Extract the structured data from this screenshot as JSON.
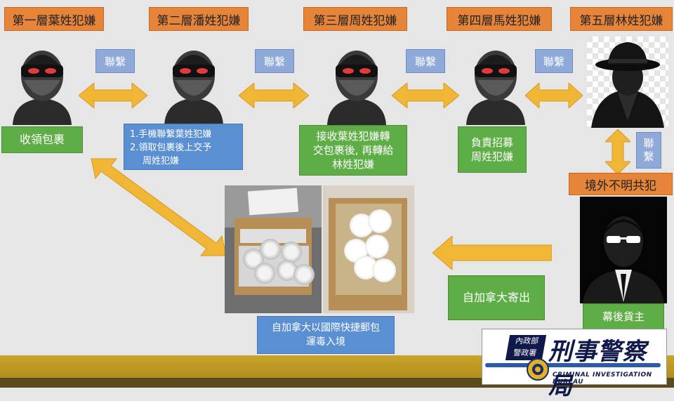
{
  "layers": [
    {
      "title": "第一層葉姓犯嫌"
    },
    {
      "title": "第二層潘姓犯嫌"
    },
    {
      "title": "第三層周姓犯嫌"
    },
    {
      "title": "第四層馬姓犯嫌"
    },
    {
      "title": "第五層林姓犯嫌"
    }
  ],
  "link_label": "聯繫",
  "vertical_link_label": [
    "聯",
    "繫"
  ],
  "roles": {
    "layer1": "收領包裹",
    "layer2_lines": [
      "1.手機聯繫葉姓犯嫌",
      "2.領取包裹後上交予",
      "周姓犯嫌"
    ],
    "layer3_lines": [
      "接收葉姓犯嫌轉",
      "交包裹後, 再轉給",
      "林姓犯嫌"
    ],
    "layer4_lines": [
      "負責招募",
      "周姓犯嫌"
    ]
  },
  "overseas": {
    "label": "境外不明共犯",
    "role": "幕後貨主"
  },
  "shipping": {
    "from_canada": "自加拿大寄出",
    "smuggle_lines": [
      "自加拿大以國際快捷郵包",
      "運毒入境"
    ]
  },
  "logo": {
    "agency_top": "內政部",
    "agency_bottom": "警政署",
    "name": "刑事警察局",
    "english": "CRIMINAL INVESTIGATION BUREAU"
  },
  "colors": {
    "orange": "#e6843a",
    "green": "#5fad46",
    "blue": "#5a8fd2",
    "arrow": "#f2b636",
    "link": "#8fa9d9"
  }
}
